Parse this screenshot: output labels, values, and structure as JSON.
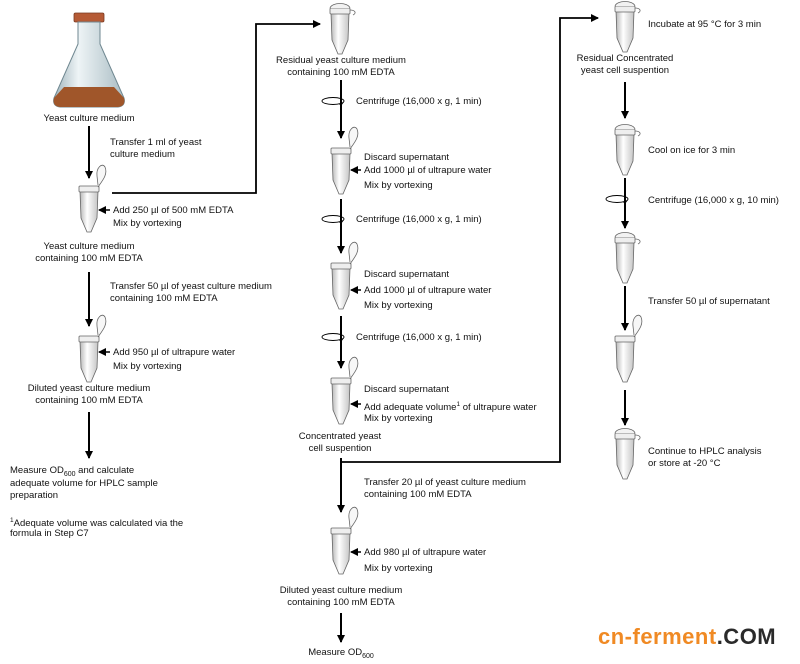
{
  "column1": {
    "flask_label": "Yeast culture medium",
    "transfer1_line1": "Transfer 1 ml of yeast",
    "transfer1_line2": "culture medium",
    "tube1_add": "Add 250 µl of 500 mM EDTA",
    "tube1_mix": "Mix by vortexing",
    "tube1_label_line1": "Yeast culture medium",
    "tube1_label_line2": "containing 100 mM EDTA",
    "transfer2_line1": "Transfer 50 µl of yeast culture medium",
    "transfer2_line2": "containing 100 mM EDTA",
    "tube2_add": "Add 950 µl of ultrapure water",
    "tube2_mix": "Mix by vortexing",
    "tube2_label_line1": "Diluted yeast culture medium",
    "tube2_label_line2": "containing 100 mM EDTA",
    "measure_prefix": "Measure OD",
    "measure_sub": "600",
    "measure_suffix": " and calculate",
    "measure_line2": "adequate volume for HPLC sample",
    "measure_line3": "preparation",
    "footnote_mark": "1",
    "footnote_line1": "Adequate volume was calculated via the",
    "footnote_line2": "formula in Step C7"
  },
  "column2": {
    "residual_line1": "Residual yeast culture medium",
    "residual_line2": "containing 100 mM EDTA",
    "centrifuge1": "Centrifuge (16,000 x g, 1 min)",
    "step1_discard": "Discard supernatant",
    "step1_add": "Add 1000 µl of ultrapure water",
    "step1_mix": "Mix by vortexing",
    "centrifuge2": "Centrifuge (16,000 x g, 1 min)",
    "step2_discard": "Discard supernatant",
    "step2_add": "Add 1000 µl of ultrapure water",
    "step2_mix": "Mix by vortexing",
    "centrifuge3": "Centrifuge (16,000 x g, 1 min)",
    "step3_discard": "Discard supernatant",
    "step3_add_prefix": "Add adequate volume",
    "step3_add_sup": "1",
    "step3_add_suffix": " of ultrapure water",
    "step3_mix": "Mix by vortexing",
    "conc_line1": "Concentrated yeast",
    "conc_line2": "cell suspention",
    "transfer3_line1": "Transfer 20 µl of yeast culture medium",
    "transfer3_line2": "containing 100 mM EDTA",
    "tube_add": "Add 980 µl of ultrapure water",
    "tube_mix": "Mix by vortexing",
    "diluted_line1": "Diluted yeast culture medium",
    "diluted_line2": "containing 100 mM EDTA",
    "measure_prefix": "Measure OD",
    "measure_sub": "600"
  },
  "column3": {
    "incubate": "Incubate at 95 °C for 3 min",
    "residual_line1": "Residual Concentrated",
    "residual_line2": "yeast cell suspention",
    "cool": "Cool on ice for 3 min",
    "centrifuge": "Centrifuge (16,000 x g, 10 min)",
    "transfer": "Transfer 50 µl of supernatant",
    "continue_line1": "Continue to HPLC analysis",
    "continue_line2": "or store at -20 °C"
  },
  "watermark": {
    "part1": "cn-ferment",
    "part2": ".COM"
  },
  "colors": {
    "liquid": "#a0562a",
    "cap": "#b55a35",
    "glass": "#c9d7dd",
    "watermark_orange": "#f08a24"
  }
}
